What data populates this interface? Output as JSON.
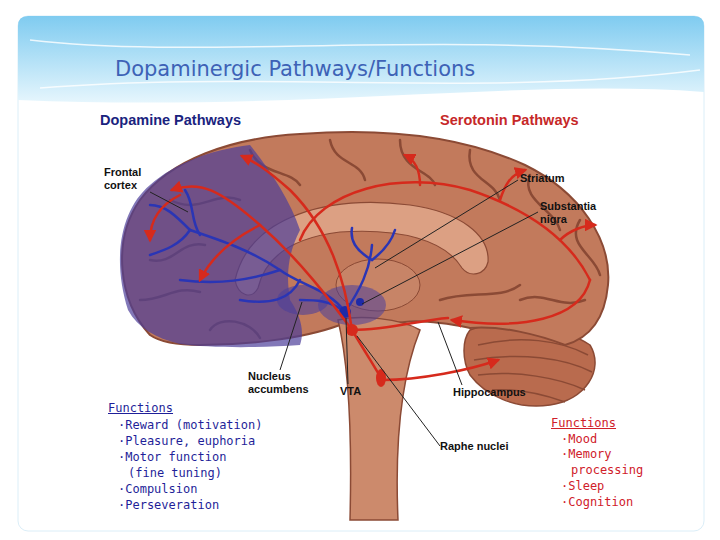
{
  "diagram": {
    "title": "Dopaminergic Pathways/Functions",
    "labels": [
      "Dopamine Pathways",
      "Serotonin Pathways",
      "Frontal cortex",
      "Striatum",
      "Substantia nigra",
      "Nucleus accumbens",
      "VTA",
      "Hippocampus",
      "Raphe nuclei",
      "Functions",
      "·Reward (motivation)",
      "·Pleasure, euphoria",
      "·Motor function (fine tuning)",
      "·Compulsion",
      "·Perseveration",
      "Functions",
      "·Mood",
      "·Memory processing",
      "·Sleep",
      "·Cognition"
    ]
  }
}
